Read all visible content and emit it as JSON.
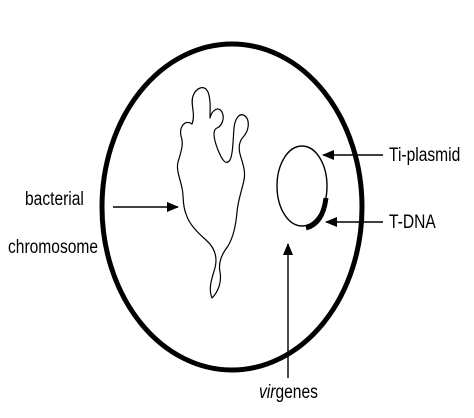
{
  "labels": {
    "bacterial_chromosome_line1": "bacterial",
    "bacterial_chromosome_line2": "chromosome",
    "ti_plasmid": "Ti-plasmid",
    "t_dna": "T-DNA",
    "vir_italic": "vir",
    "vir_rest": "genes"
  },
  "colors": {
    "stroke": "#000000",
    "background": "#ffffff"
  }
}
